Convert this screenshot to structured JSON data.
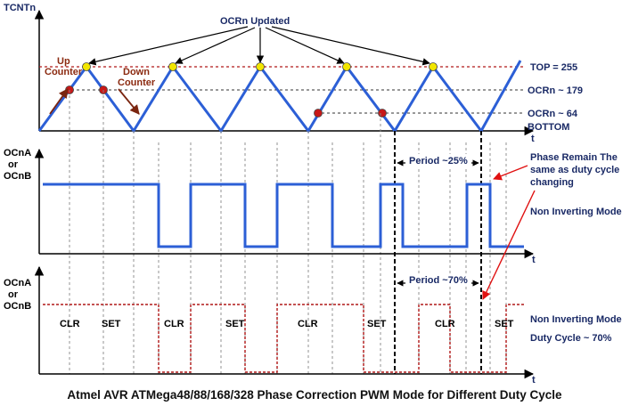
{
  "top_graph": {
    "y_axis_label": "TCNTn",
    "x_axis_label": "t",
    "ocrn_updated": "OCRn Updated",
    "up_counter": [
      "Up",
      "Counter"
    ],
    "down_counter": [
      "Down",
      "Counter"
    ],
    "top_label": "TOP = 255",
    "ocr_high_label": "OCRn ~ 179",
    "ocr_low_label": "OCRn ~ 64",
    "bottom_label": "BOTTOM"
  },
  "mid_graph": {
    "y_axis_label_1": "OCnA",
    "y_axis_label_2": "or",
    "y_axis_label_3": "OCnB",
    "x_axis_label": "t",
    "period_label": "Period ~25%",
    "phase_note": [
      "Phase Remain The",
      "same as duty cycle",
      "changing"
    ],
    "mode_label": "Non Inverting Mode"
  },
  "bottom_graph": {
    "y_axis_label_1": "OCnA",
    "y_axis_label_2": "or",
    "y_axis_label_3": "OCnB",
    "x_axis_label": "t",
    "period_label": "Period ~70%",
    "clr_labels": [
      "CLR",
      "CLR",
      "CLR",
      "CLR"
    ],
    "set_labels": [
      "SET",
      "SET",
      "SET",
      "SET"
    ],
    "mode_label": "Non Inverting Mode",
    "duty_label": "Duty Cycle ~ 70%"
  },
  "caption": "Atmel AVR ATMega48/88/168/328 Phase Correction PWM Mode for Different Duty Cycle",
  "colors": {
    "wave": "#2c5fd6",
    "dashed_red": "#b01818",
    "arrow_red": "#e01010",
    "marker_yellow": "#f2e600",
    "marker_red": "#c81818",
    "text_dark": "#1a2a66"
  }
}
